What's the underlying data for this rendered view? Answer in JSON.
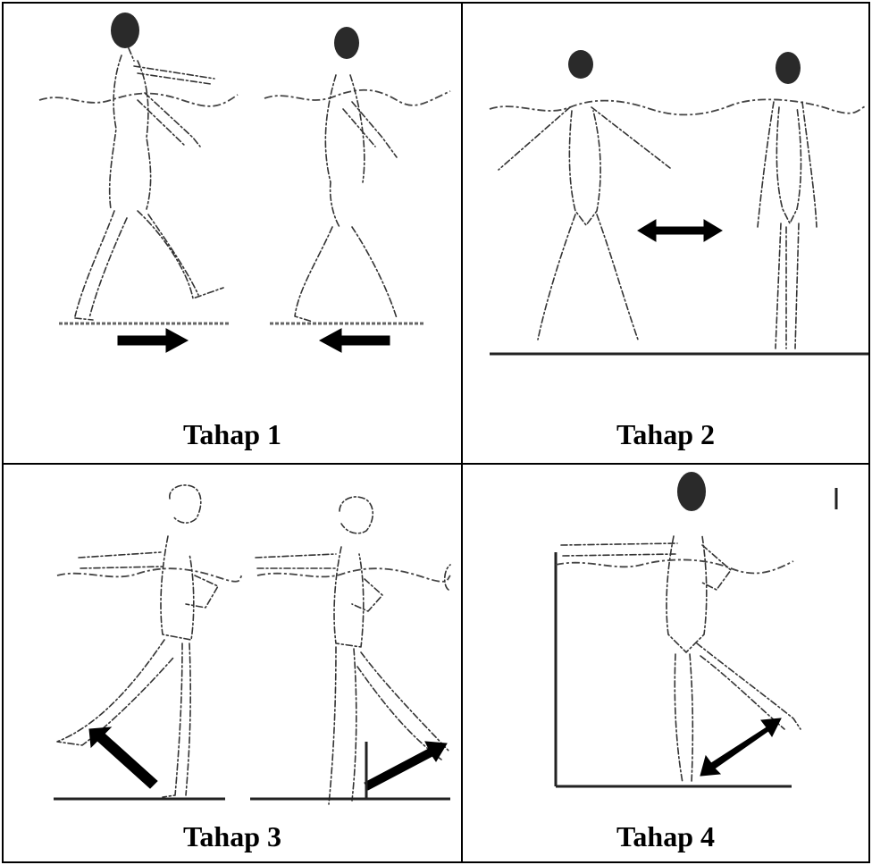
{
  "panels": [
    {
      "caption": "Tahap 1"
    },
    {
      "caption": "Tahap 2"
    },
    {
      "caption": "Tahap 3"
    },
    {
      "caption": "Tahap 4"
    }
  ]
}
